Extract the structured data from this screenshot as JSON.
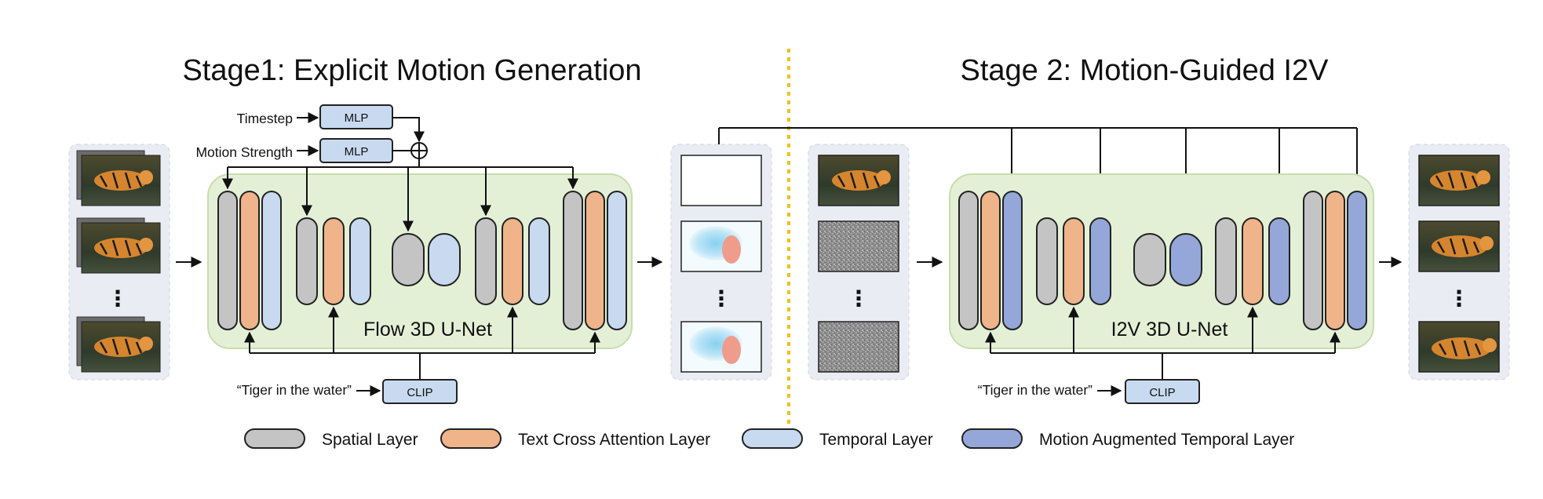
{
  "stage1": {
    "title": "Stage1: Explicit Motion Generation",
    "timestep_label": "Timestep",
    "motion_strength_label": "Motion Strength",
    "mlp_label": "MLP",
    "unet_label": "Flow 3D U-Net",
    "prompt": "“Tiger in the water”",
    "clip_label": "CLIP"
  },
  "stage2": {
    "title": "Stage 2: Motion-Guided I2V",
    "unet_label": "I2V 3D U-Net",
    "prompt": "“Tiger in the water”",
    "clip_label": "CLIP"
  },
  "ellipsis": "⋮",
  "legend": [
    {
      "label": "Spatial Layer",
      "color": "#c4c4c4"
    },
    {
      "label": "Text Cross Attention Layer",
      "color": "#efb48a"
    },
    {
      "label": "Temporal Layer",
      "color": "#c8daf0"
    },
    {
      "label": "Motion Augmented Temporal Layer",
      "color": "#94a7d8"
    }
  ],
  "colors": {
    "unet_fill": "#e3f0d6",
    "unet_border": "#c8dcae",
    "panel_fill": "#e9ecf3",
    "mlp_clip_fill": "#c8daf0",
    "divider": "#f2c018"
  }
}
